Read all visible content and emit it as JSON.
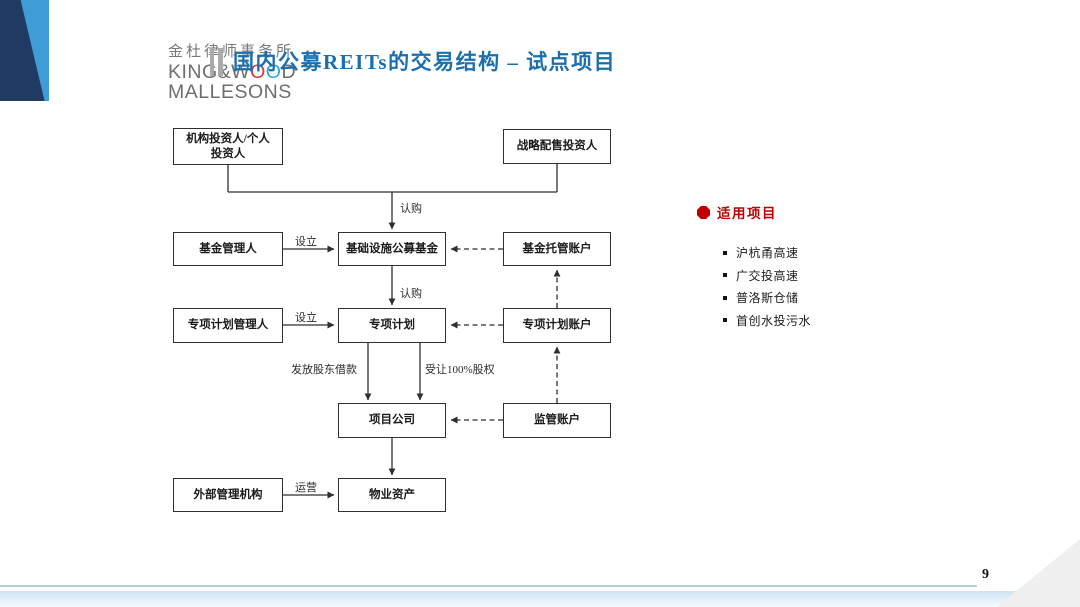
{
  "colors": {
    "title_blue": "#1C6FAD",
    "accent_red": "#C00000",
    "logo_dark_blue": "#1F3A63",
    "logo_light_blue": "#3F9CD6",
    "box_border": "#2F2F2F",
    "footer_blue": "#CFE2F1"
  },
  "logo": {
    "cn": "金杜律师事务所",
    "en_part1": "KING&W",
    "en_o1": "O",
    "en_o2": "O",
    "en_part2": "D",
    "en_line2": "MALLESONS"
  },
  "header": {
    "title": "国内公募REITs的交易结构 – 试点项目"
  },
  "flowchart": {
    "nodes": {
      "investors": "机构投资人/个人投资人",
      "strategic": "战略配售投资人",
      "fund_manager": "基金管理人",
      "public_fund": "基础设施公募基金",
      "fund_custody_account": "基金托管账户",
      "plan_manager": "专项计划管理人",
      "abs_plan": "专项计划",
      "plan_account": "专项计划账户",
      "project_company": "项目公司",
      "supervision_account": "监管账户",
      "external_manager": "外部管理机构",
      "property": "物业资产"
    },
    "edge_labels": {
      "subscribe_top": "认购",
      "establish_fund": "设立",
      "subscribe_mid": "认购",
      "establish_plan": "设立",
      "shareholder_loan": "发放股东借款",
      "equity_transfer": "受让100%股权",
      "operate": "运营"
    }
  },
  "side_panel": {
    "title": "适用项目",
    "items": [
      "沪杭甬高速",
      "广交投高速",
      "普洛斯仓储",
      "首创水投污水"
    ]
  },
  "footer": {
    "page_number": "9"
  }
}
